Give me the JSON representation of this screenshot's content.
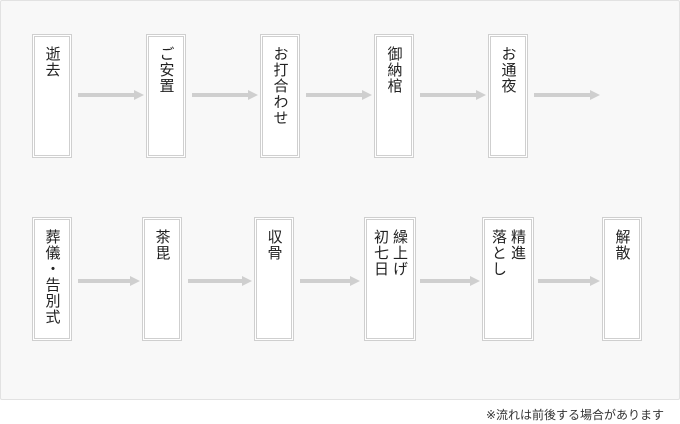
{
  "steps_row1": [
    "逝去",
    "ご安置",
    "お打合わせ",
    "御納棺",
    "お通夜"
  ],
  "steps_row2": [
    "葬儀・告別式",
    "茶毘",
    "収骨",
    "繰上げ初七日",
    "精進落とし",
    "解散"
  ],
  "row2_columns": {
    "step_4": [
      "繰上げ",
      "初七日"
    ],
    "step_5": [
      "精進",
      "落とし"
    ]
  },
  "note": "※流れは前後する場合があります",
  "colors": {
    "box_border": "#cfcfcf",
    "arrow": "#cfcfcf",
    "background": "#f8f8f8"
  }
}
